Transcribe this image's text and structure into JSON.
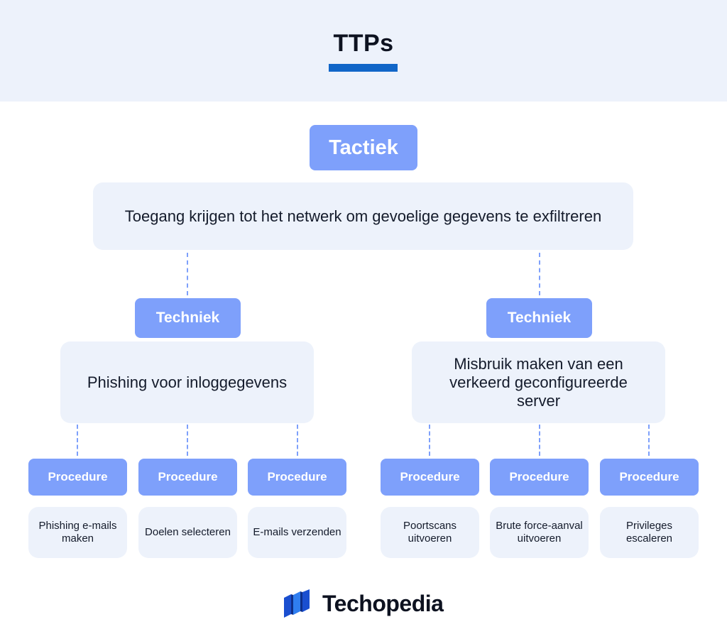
{
  "title": "TTPs",
  "tactic": {
    "label": "Tactiek",
    "text": "Toegang krijgen tot het netwerk om gevoelige gegevens te exfiltreren"
  },
  "techniques": [
    {
      "label": "Techniek",
      "text": "Phishing voor inloggegevens",
      "procedures": [
        {
          "label": "Procedure",
          "text": "Phishing e-mails maken"
        },
        {
          "label": "Procedure",
          "text": "Doelen selecteren"
        },
        {
          "label": "Procedure",
          "text": "E-mails verzenden"
        }
      ]
    },
    {
      "label": "Techniek",
      "text": "Misbruik maken van een verkeerd geconfigureerde server",
      "procedures": [
        {
          "label": "Procedure",
          "text": "Poortscans uitvoeren"
        },
        {
          "label": "Procedure",
          "text": "Brute force-aanval uitvoeren"
        },
        {
          "label": "Procedure",
          "text": "Privileges escaleren"
        }
      ]
    }
  ],
  "logo": {
    "text": "Techopedia",
    "icon": "techopedia-logo-icon"
  },
  "colors": {
    "header_band": "#edf2fb",
    "accent_underline": "#1166c8",
    "label_box": "#7ea0fb",
    "text_box": "#edf2fb",
    "connector": "#7ea0fb"
  }
}
